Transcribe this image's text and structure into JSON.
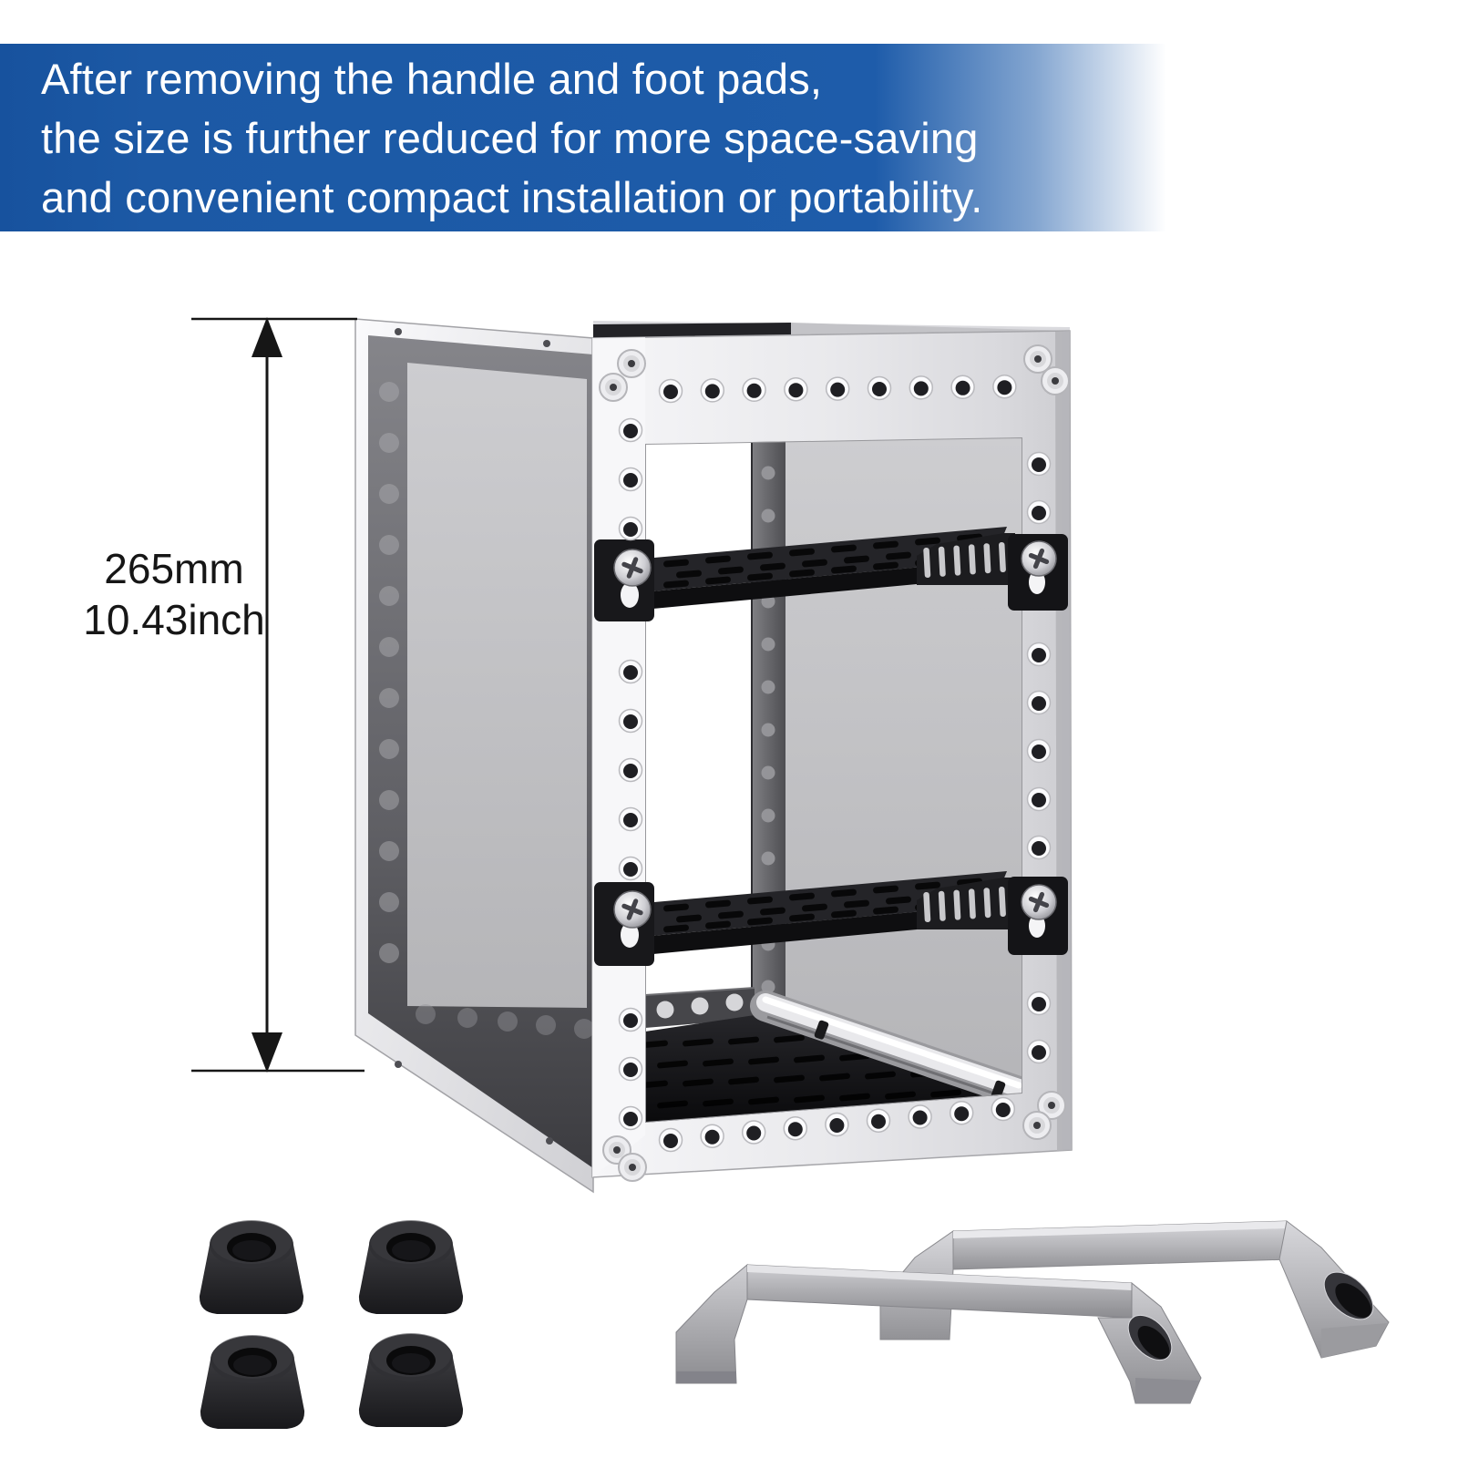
{
  "banner": {
    "lines": [
      "After removing the handle and foot pads,",
      "the size is further reduced for more space-saving",
      "and convenient compact installation or portability."
    ],
    "bg_color": "#1d5ba8",
    "text_color": "#ffffff"
  },
  "dimension": {
    "mm": "265mm",
    "inch": "10.43inch",
    "line_color": "#161616"
  },
  "illustration": {
    "subject": "10-inch open rack frame with two vented shelves, shown with removed handle and foot pads",
    "parts": [
      "rack-frame",
      "acrylic-side-panel",
      "vented-shelf-upper",
      "vented-shelf-lower",
      "bottom-tray-with-slide-rail",
      "rubber-foot-pads-x4",
      "aluminum-handles-x2"
    ],
    "palette": {
      "frame_silver": "#e7e7ea",
      "frame_edge": "#a8a8ac",
      "shelf_black": "#1b1b1e",
      "post_gray": "#6b6b6f",
      "acrylic_gray": "#c4c4c7",
      "pad_black": "#212124",
      "handle_silver": "#b5b5b9"
    }
  }
}
